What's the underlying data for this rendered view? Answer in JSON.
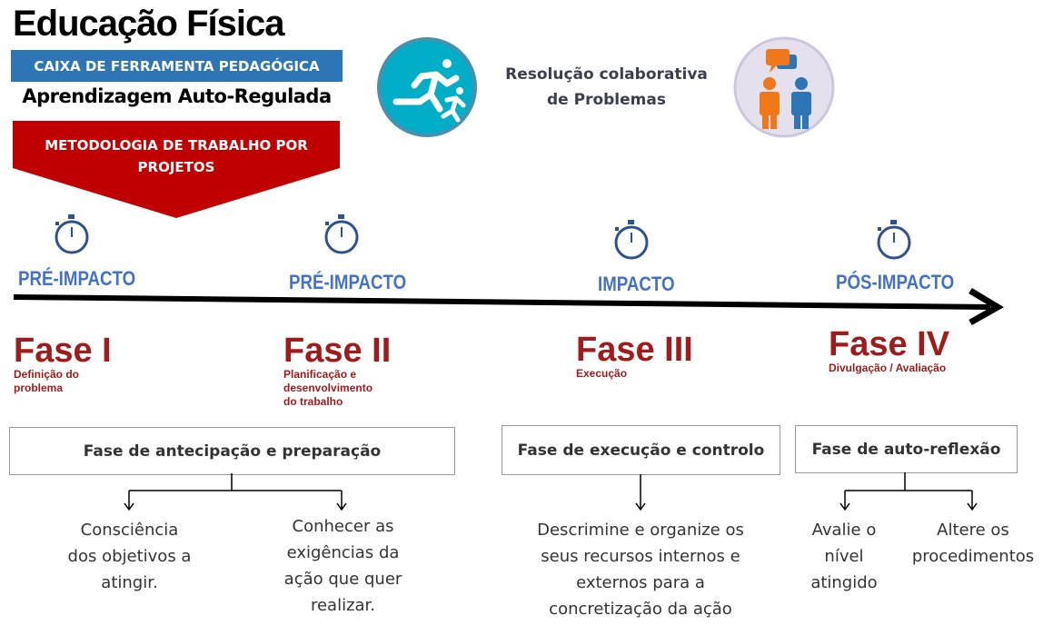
{
  "header": {
    "title": "Educação Física",
    "toolbox": "CAIXA DE FERRAMENTA PEDAGÓGICA",
    "subtitle": "Aprendizagem Auto-Regulada",
    "methodology": "METODOLOGIA  DE TRABALHO POR PROJETOS"
  },
  "center": {
    "line1": "Resolução colaborativa",
    "line2": "de Problemas"
  },
  "colors": {
    "red": "#c00000",
    "blue": "#2e75b6",
    "phase": "#4472c4",
    "fase": "#a01c1c",
    "teal": "#00aec7"
  },
  "phases": [
    {
      "moment": "PRÉ-IMPACTO",
      "name": "Fase I",
      "desc": [
        "Definição do",
        "problema"
      ]
    },
    {
      "moment": "PRÉ-IMPACTO",
      "name": "Fase II",
      "desc": [
        "Planificação e",
        "desenvolvimento",
        "do trabalho"
      ]
    },
    {
      "moment": "IMPACTO",
      "name": "Fase III",
      "desc": [
        "Execução"
      ]
    },
    {
      "moment": "PÓS-IMPACTO",
      "name": "Fase IV",
      "desc": [
        "Divulgação / Avaliação"
      ]
    }
  ],
  "boxes": [
    {
      "label": "Fase de antecipação e preparação",
      "outcomes": [
        [
          "Consciência",
          "dos objetivos a",
          "atingir."
        ],
        [
          "Conhecer as",
          "exigências da",
          "ação que quer",
          "realizar."
        ]
      ]
    },
    {
      "label": "Fase de execução e controlo",
      "outcomes": [
        [
          "Descrimine e organize os",
          "seus recursos internos e",
          "externos para a",
          "concretização da ação"
        ]
      ]
    },
    {
      "label": "Fase de auto-reflexão",
      "outcomes": [
        [
          "Avalie o",
          "nível",
          "atingido"
        ],
        [
          "Altere os",
          "procedimentos"
        ]
      ]
    }
  ]
}
